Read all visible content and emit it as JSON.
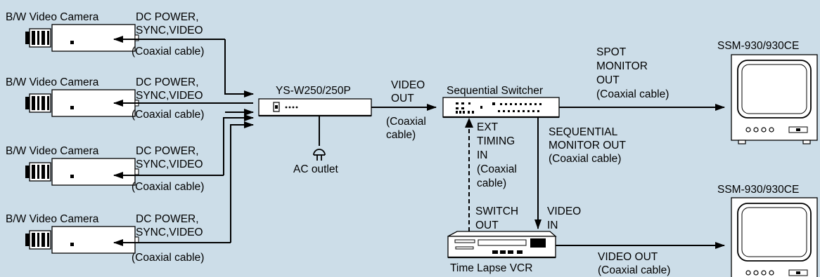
{
  "cameras": [
    {
      "label": "B/W Video Camera",
      "cable_lines": [
        "DC POWER,",
        "SYNC,VIDEO",
        "(Coaxial cable)"
      ]
    },
    {
      "label": "B/W Video Camera",
      "cable_lines": [
        "DC POWER,",
        "SYNC,VIDEO",
        "(Coaxial cable)"
      ]
    },
    {
      "label": "B/W Video Camera",
      "cable_lines": [
        "DC POWER,",
        "SYNC,VIDEO",
        "(Coaxial cable)"
      ]
    },
    {
      "label": "B/W Video Camera",
      "cable_lines": [
        "DC POWER,",
        "SYNC,VIDEO",
        "(Coaxial cable)"
      ]
    }
  ],
  "power_unit": {
    "label": "YS-W250/250P",
    "outlet_label": "AC outlet"
  },
  "video_out": {
    "lines": [
      "VIDEO",
      "OUT",
      "(Coaxial",
      "cable)"
    ]
  },
  "switcher": {
    "label": "Sequential Switcher"
  },
  "spot_monitor_out": {
    "lines": [
      "SPOT",
      "MONITOR",
      "OUT",
      "(Coaxial cable)"
    ]
  },
  "sequential_monitor_out": {
    "lines": [
      "SEQUENTIAL",
      "MONITOR OUT",
      "(Coaxial cable)"
    ]
  },
  "ext_timing_in": {
    "lines": [
      "EXT",
      "TIMING",
      "IN",
      "(Coaxial",
      "cable)"
    ]
  },
  "switch_out": {
    "lines": [
      "SWITCH",
      "OUT"
    ]
  },
  "video_in": {
    "lines": [
      "VIDEO",
      "IN"
    ]
  },
  "vcr": {
    "label": "Time Lapse VCR"
  },
  "vcr_video_out": {
    "lines": [
      "VIDEO OUT",
      "(Coaxial cable)"
    ]
  },
  "monitors": [
    {
      "label": "SSM-930/930CE"
    },
    {
      "label": "SSM-930/930CE"
    }
  ]
}
